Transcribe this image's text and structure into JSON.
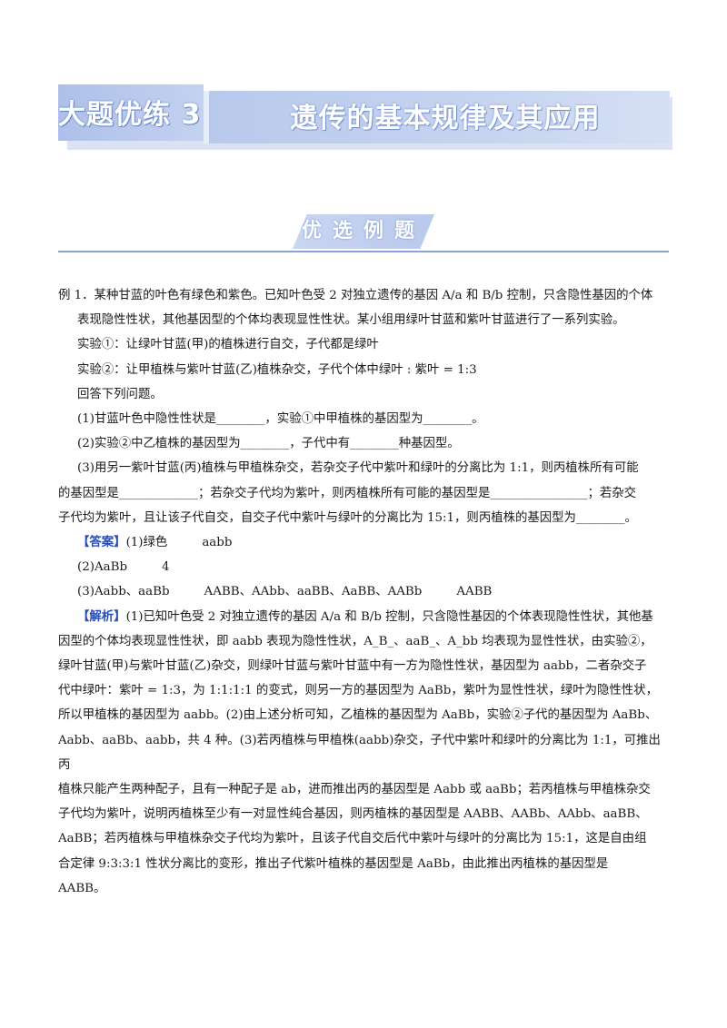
{
  "header": {
    "left_title": "大题优练 3",
    "right_title": "遗传的基本规律及其应用"
  },
  "section": {
    "tag": "优选例题"
  },
  "example": {
    "q_line1": "例 1．某种甘蓝的叶色有绿色和紫色。已知叶色受 2 对独立遗传的基因 A/a 和 B/b 控制，只含隐性基因的个体",
    "q_line2": "表现隐性性状，其他基因型的个体均表现显性性状。某小组用绿叶甘蓝和紫叶甘蓝进行了一系列实验。",
    "exp1": "实验①：让绿叶甘蓝(甲)的植株进行自交，子代都是绿叶",
    "exp2": "实验②：让甲植株与紫叶甘蓝(乙)植株杂交，子代个体中绿叶 : 紫叶 = 1:3",
    "answer_prompt": "回答下列问题。",
    "sub1": "(1)甘蓝叶色中隐性性状是________，实验①中甲植株的基因型为________。",
    "sub2": "(2)实验②中乙植株的基因型为________，子代中有________种基因型。",
    "sub3_line1": "(3)用另一紫叶甘蓝(丙)植株与甲植株杂交，若杂交子代中紫叶和绿叶的分离比为 1:1，则丙植株所有可能",
    "sub3_line2": "的基因型是_____________；若杂交子代均为紫叶，则丙植株所有可能的基因型是________________；若杂交",
    "sub3_line3": "子代均为紫叶，且让该子代自交，自交子代中紫叶与绿叶的分离比为 15:1，则丙植株的基因型为________。"
  },
  "answer": {
    "label": "【答案】",
    "a1_part1": "(1)绿色",
    "a1_part2": "aabb",
    "a2_part1": "(2)AaBb",
    "a2_part2": "4",
    "a3_part1": "(3)Aabb、aaBb",
    "a3_part2": "AABB、AAbb、aaBB、AaBB、AABb",
    "a3_part3": "AABB"
  },
  "analysis": {
    "label": "【解析】",
    "l1": "(1)已知叶色受 2 对独立遗传的基因 A/a 和 B/b 控制，只含隐性基因的个体表现隐性性状，其他基",
    "l2": "因型的个体均表现显性性状，即 aabb 表现为隐性性状，A_B_、aaB_、A_bb 均表现为显性性状，由实验②，",
    "l3": "绿叶甘蓝(甲)与紫叶甘蓝(乙)杂交，则绿叶甘蓝与紫叶甘蓝中有一方为隐性性状，基因型为 aabb，二者杂交子",
    "l4": "代中绿叶：紫叶 = 1:3，为 1:1:1:1 的变式，则另一方的基因型为 AaBb，紫叶为显性性状，绿叶为隐性性状，",
    "l5": "所以甲植株的基因型为 aabb。(2)由上述分析可知，乙植株的基因型为 AaBb，实验②子代的基因型为 AaBb、",
    "l6": "Aabb、aaBb、aabb，共 4 种。(3)若丙植株与甲植株(aabb)杂交，子代中紫叶和绿叶的分离比为 1:1，可推出丙",
    "l7": "植株只能产生两种配子，且有一种配子是 ab，进而推出丙的基因型是 Aabb 或 aaBb；若丙植株与甲植株杂交",
    "l8": "子代均为紫叶，说明丙植株至少有一对显性纯合基因，则丙植株的基因型是 AABB、AABb、AAbb、aaBB、",
    "l9": "AaBB；若丙植株与甲植株杂交子代均为紫叶，且该子代自交后代中紫叶与绿叶的分离比为 15:1，这是自由组",
    "l10": "合定律 9:3:3:1 性状分离比的变形，推出子代紫叶植株的基因型是 AaBb，由此推出丙植株的基因型是",
    "l11": "AABB。"
  },
  "colors": {
    "banner": "#b8c9ec",
    "accent_label": "#2a4fb3",
    "rule": "#8aa3d6"
  }
}
